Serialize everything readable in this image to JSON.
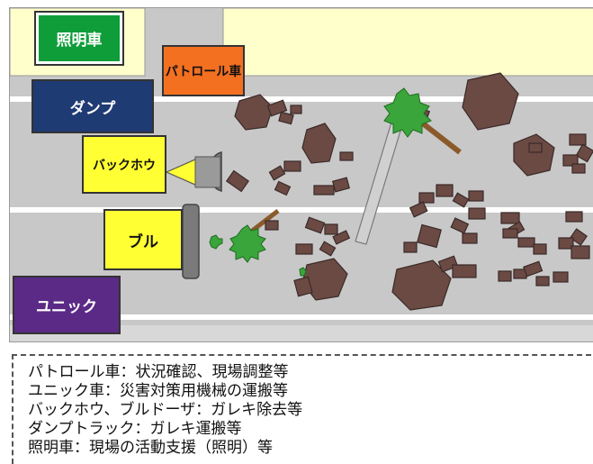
{
  "vehicles": {
    "lighting": "照明車",
    "patrol": "パトロール車",
    "dump": "ダンプ",
    "backhoe": "バックホウ",
    "bulldozer": "ブル",
    "crane": "ユニック"
  },
  "legend": [
    "パトロール車：状況確認、現場調整等",
    "ユニック車：災害対策用機械の運搬等",
    "バックホウ、ブルドーザ：ガレキ除去等",
    "ダンプトラック：ガレキ運搬等",
    "照明車：現場の活動支援（照明）等"
  ],
  "colors": {
    "lighting": "#0f9d3a",
    "patrol": "#f37021",
    "dump": "#1f3b73",
    "backhoe": "#ffff33",
    "bulldozer": "#ffff33",
    "crane": "#5b2a86",
    "rubble": "#6b4a44",
    "road": "#c8c8c8",
    "lane": "#ffffff",
    "grass": "#ffffcc",
    "tree": "#3aa53a"
  }
}
